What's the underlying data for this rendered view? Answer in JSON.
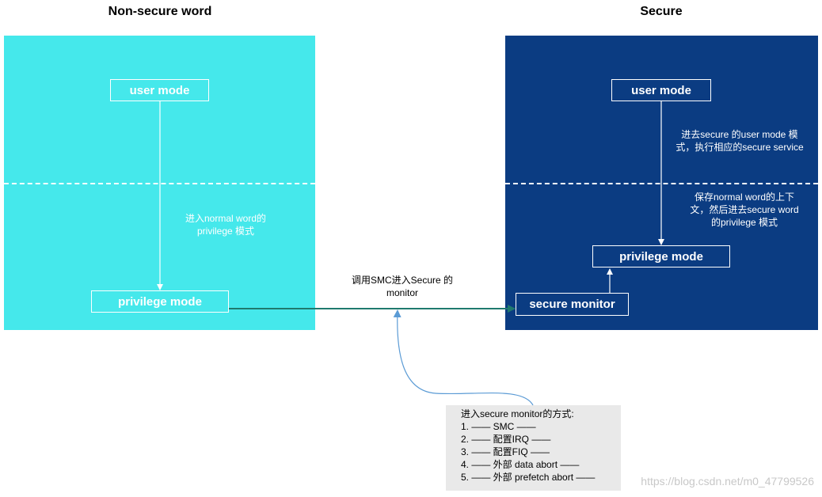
{
  "titles": {
    "left": "Non-secure word",
    "right": "Secure"
  },
  "left_panel": {
    "user_mode": "user mode",
    "privilege_mode": "privilege mode",
    "note_line1": "进入normal word的",
    "note_line2": "privilege 模式",
    "color": "#45E8EB"
  },
  "right_panel": {
    "user_mode": "user mode",
    "privilege_mode": "privilege mode",
    "secure_monitor": "secure monitor",
    "note_top_line1": "进去secure 的user mode 模",
    "note_top_line2": "式，执行相应的secure service",
    "note_mid_line1": "保存normal word的上下",
    "note_mid_line2": "文，然后进去secure word",
    "note_mid_line3": "的privilege 模式",
    "color": "#0B3C82"
  },
  "smc_call": {
    "line1": "调用SMC进入Secure 的",
    "line2": "monitor"
  },
  "methods_box": {
    "title": "进入secure monitor的方式:",
    "items": [
      "1. —— SMC ——",
      "2. —— 配置IRQ ——",
      "3. —— 配置FIQ  ——",
      "4. —— 外部 data abort ——",
      "5. —— 外部 prefetch abort ——"
    ]
  },
  "watermark": "https://blog.csdn.net/m0_47799526",
  "colors": {
    "connector": "#1F7A6E",
    "callout": "#5B9BD5"
  }
}
